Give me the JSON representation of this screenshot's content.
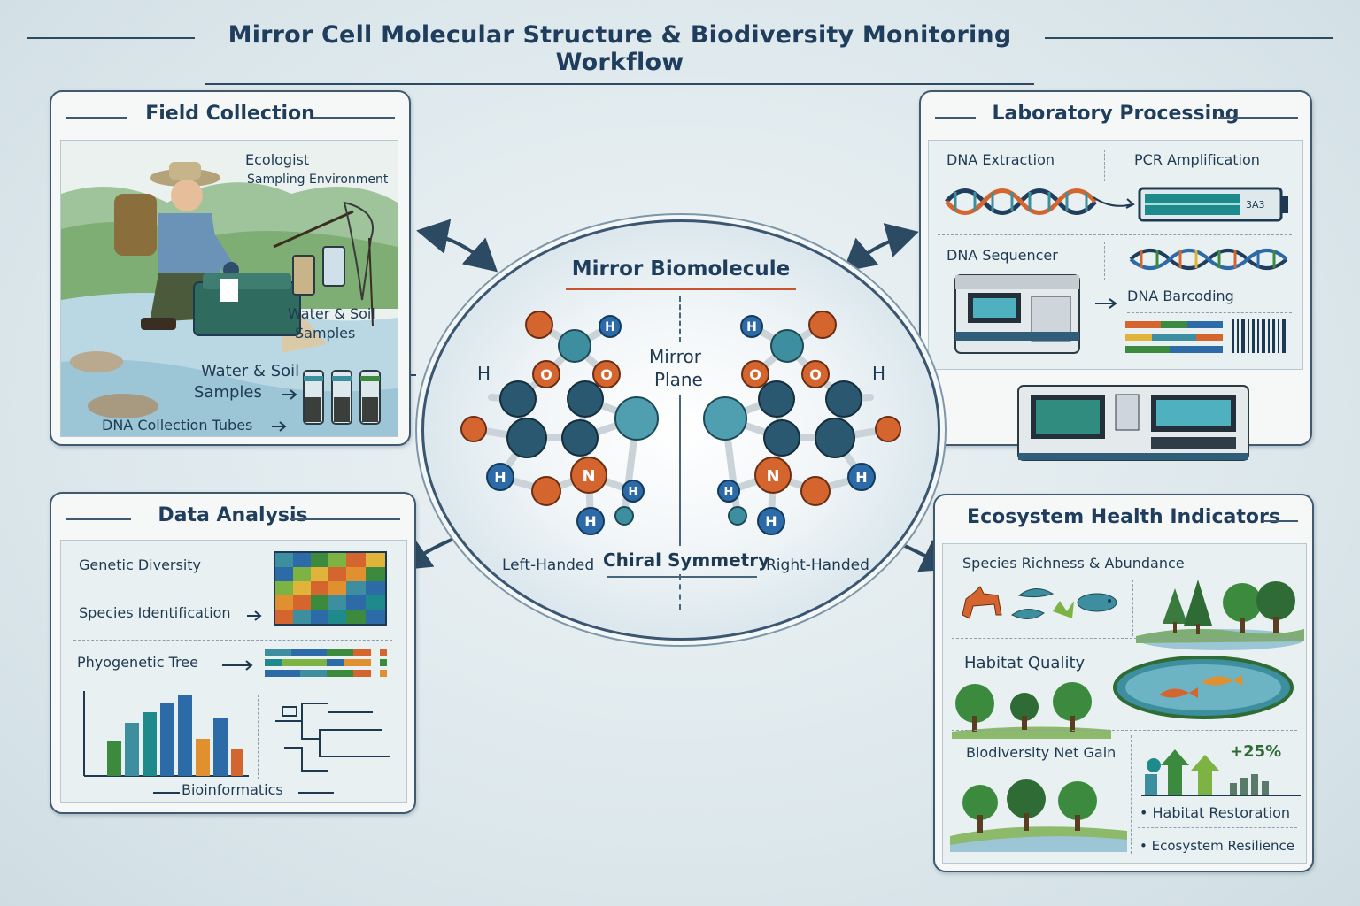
{
  "title": "Mirror Cell Molecular Structure & Biodiversity Monitoring Workflow",
  "colors": {
    "navy": "#1f3d5c",
    "teal": "#3d8fa0",
    "orange": "#d5652e",
    "green": "#3b8a3e",
    "blue_node": "#2d6aa8"
  },
  "field": {
    "title": "Field Collection",
    "ecologist": "Ecologist",
    "sampling": "Sampling Environment",
    "samples_top_1": "Water & Soil",
    "samples_top_2": "Samples",
    "samples_1": "Water & Soil",
    "samples_2": "Samples",
    "tubes": "DNA Collection Tubes"
  },
  "lab": {
    "title": "Laboratory Processing",
    "extraction": "DNA Extraction",
    "pcr": "PCR Amplification",
    "pcr_tag": "3A3",
    "sequencer": "DNA Sequencer",
    "barcoding": "DNA Barcoding"
  },
  "center": {
    "title": "Mirror Biomolecule",
    "mirror_1": "Mirror",
    "mirror_2": "Plane",
    "left": "Left-Handed",
    "chiral": "Chiral Symmetry",
    "right": "Right-Handed",
    "atoms": {
      "h": "H",
      "o": "O",
      "n": "N"
    }
  },
  "analysis": {
    "title": "Data Analysis",
    "genetic": "Genetic Diversity",
    "species_id": "Species Identification",
    "phylo": "Phyogenetic Tree",
    "bioinfo": "Bioinformatics"
  },
  "eco": {
    "title": "Ecosystem Health Indicators",
    "richness": "Species Richness & Abundance",
    "habitat": "Habitat Quality",
    "net_gain": "Biodiversity Net Gain",
    "percent": "+25%",
    "restoration": "• Habitat Restoration",
    "resilience": "• Ecosystem Resilience"
  }
}
